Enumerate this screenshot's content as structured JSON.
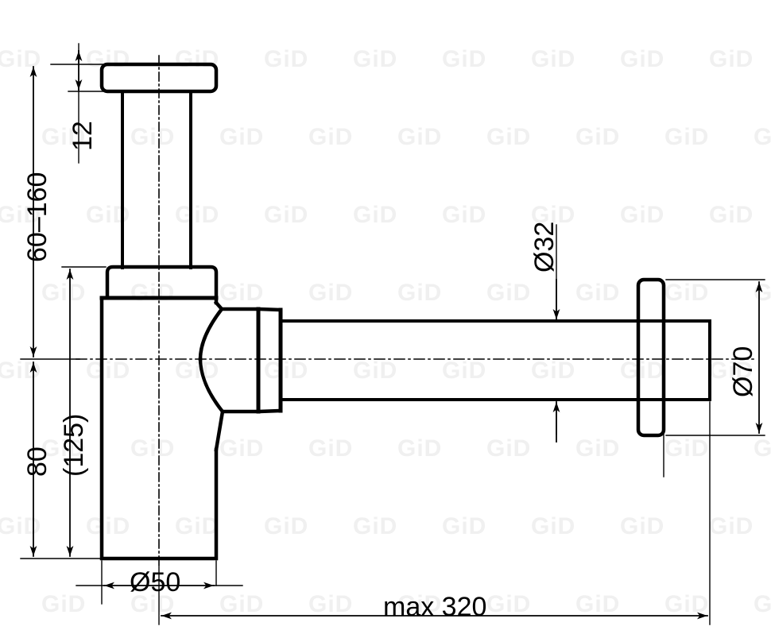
{
  "drawing": {
    "title": "Bottle trap / siphon sectional technical drawing",
    "watermark_text": "GiD",
    "watermark_color": "#f0f0f0",
    "line_color": "#000000",
    "background_color": "#ffffff"
  },
  "dimensions": {
    "height_range": {
      "label": "60–160",
      "value": "60-160",
      "unit": "mm",
      "orientation": "vertical",
      "description": "Adjustable height from tailpiece top flange to horizontal outlet centerline"
    },
    "cap_thickness": {
      "label": "12",
      "value": "12",
      "unit": "mm",
      "orientation": "vertical",
      "description": "Top escutcheon / cap thickness"
    },
    "trap_to_center": {
      "label": "80",
      "value": "80",
      "unit": "mm",
      "orientation": "vertical",
      "description": "Outlet centerline to bottom of trap body"
    },
    "overall_body_height": {
      "label": "(125)",
      "value": "125",
      "unit": "mm",
      "orientation": "vertical",
      "description": "Overall trap body height (reference dimension, in parentheses)"
    },
    "body_diameter": {
      "label": "Ø50",
      "value": "50",
      "unit": "mm",
      "orientation": "horizontal",
      "description": "Trap body outer diameter"
    },
    "outlet_pipe_diameter": {
      "label": "Ø32",
      "value": "32",
      "unit": "mm",
      "orientation": "vertical",
      "description": "Horizontal outlet pipe diameter"
    },
    "wall_flange_diameter": {
      "label": "Ø70",
      "value": "70",
      "unit": "mm",
      "orientation": "vertical",
      "description": "Wall escutcheon / rosette outer diameter"
    },
    "max_reach": {
      "label": "max 320",
      "value": "320",
      "unit": "mm",
      "orientation": "horizontal",
      "description": "Maximum horizontal outlet reach from trap body axis"
    }
  },
  "parts": [
    {
      "name": "top-cap",
      "description": "Top escutcheon cap"
    },
    {
      "name": "tailpipe",
      "description": "Vertical inlet tailpipe"
    },
    {
      "name": "trap-body",
      "description": "Cylindrical bottle trap body"
    },
    {
      "name": "elbow",
      "description": "Curved elbow transition to horizontal outlet"
    },
    {
      "name": "collar",
      "description": "Compression nut collar on outlet"
    },
    {
      "name": "outlet-pipe",
      "description": "Horizontal outlet pipe"
    },
    {
      "name": "wall-flange",
      "description": "Wall flange rosette"
    }
  ]
}
